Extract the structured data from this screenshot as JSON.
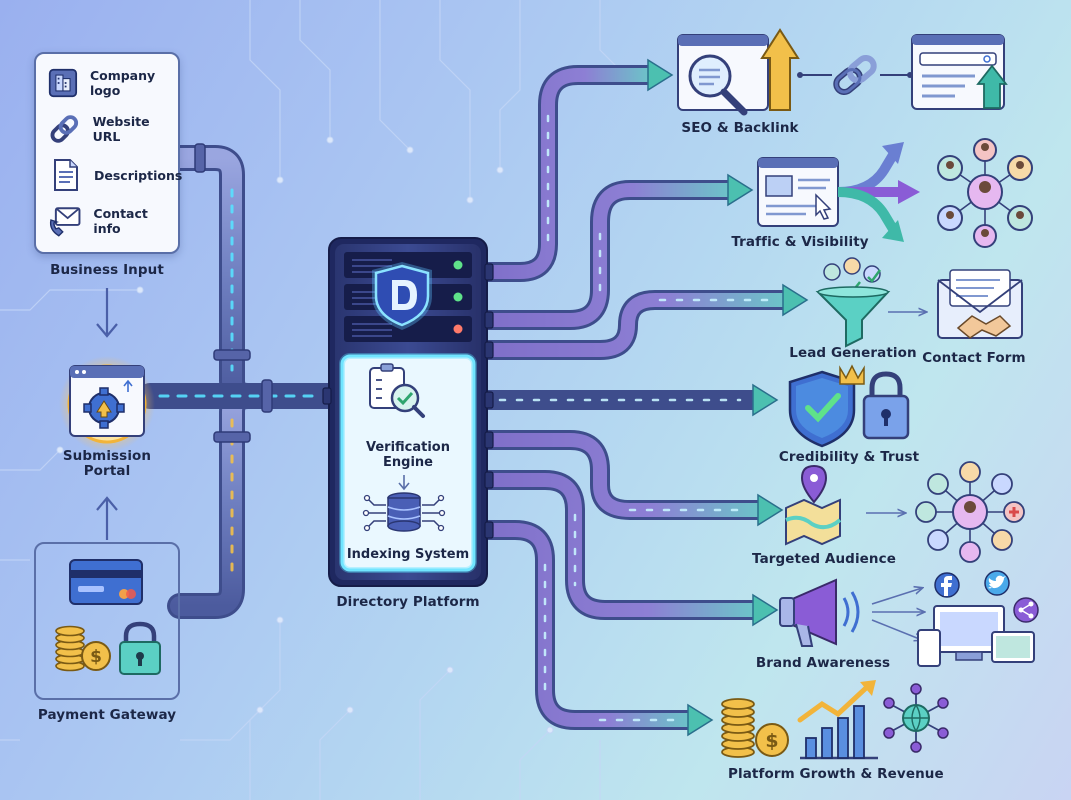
{
  "inputs": {
    "title": "Business Input",
    "items": [
      {
        "label": "Company logo",
        "icon": "building-icon"
      },
      {
        "label": "Website URL",
        "icon": "link-icon"
      },
      {
        "label": "Descriptions",
        "icon": "document-icon"
      },
      {
        "label": "Contact info",
        "icon": "envelope-phone-icon"
      }
    ]
  },
  "portal": {
    "label": "Submission\nPortal"
  },
  "payment": {
    "label": "Payment Gateway"
  },
  "platform": {
    "label": "Directory Platform",
    "verification": "Verification\nEngine",
    "indexing": "Indexing System"
  },
  "outputs": {
    "seo": "SEO & Backlink",
    "traffic": "Traffic & Visibility",
    "lead": "Lead Generation",
    "contact": "Contact Form",
    "credibility": "Credibility & Trust",
    "audience": "Targeted Audience",
    "brand": "Brand Awareness",
    "growth": "Platform Growth & Revenue"
  },
  "colors": {
    "pipe": "#6f7fc0",
    "pipe_dark": "#3e4d8c",
    "glow": "#58e1ff",
    "accent_teal": "#3fb9a8",
    "accent_blue": "#3f6fd1",
    "accent_purple": "#8a5cd6",
    "gold": "#f2b43a"
  }
}
